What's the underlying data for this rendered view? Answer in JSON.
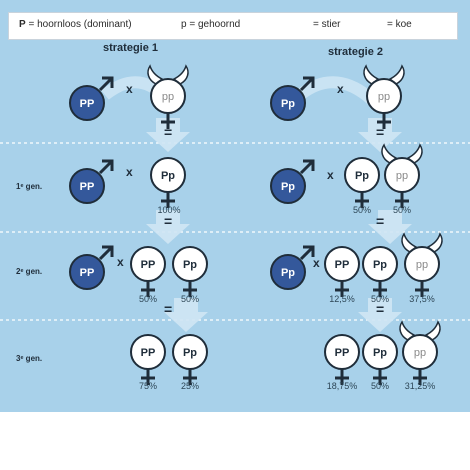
{
  "legend": {
    "dominant_symbol": "P",
    "dominant_text": "= hoornloos (dominant)",
    "recessive_text": "p = gehoornd",
    "bull_text": "= stier",
    "cow_text": "= koe"
  },
  "strategies": {
    "s1_title": "strategie 1",
    "s2_title": "strategie 2"
  },
  "rows": {
    "gen1": "1ᵉ gen.",
    "gen2": "2ᵉ gen.",
    "gen3": "3ᵉ gen."
  },
  "symbols": {
    "cross": "x",
    "equals": "="
  },
  "genotypes": {
    "PP": "PP",
    "pp": "pp",
    "Pp": "Pp"
  },
  "percentages": {
    "s1_g1": "100%",
    "s1_g2_a": "50%",
    "s1_g2_b": "50%",
    "s1_g3_a": "75%",
    "s1_g3_b": "25%",
    "s2_g1_a": "50%",
    "s2_g1_b": "50%",
    "s2_g2_a": "12,5%",
    "s2_g2_b": "50%",
    "s2_g2_c": "37,5%",
    "s2_g3_a": "18,75%",
    "s2_g3_b": "50%",
    "s2_g3_c": "31,25%"
  },
  "colors": {
    "background": "#a8d1ea",
    "bull_fill": "#34589b",
    "arrow": "#cfe6f4",
    "divider": "#ffffff",
    "ink": "#1f2d3a"
  },
  "icons": [
    "male-symbol-icon",
    "female-symbol-icon",
    "horns-icon",
    "arrow-down-icon"
  ]
}
